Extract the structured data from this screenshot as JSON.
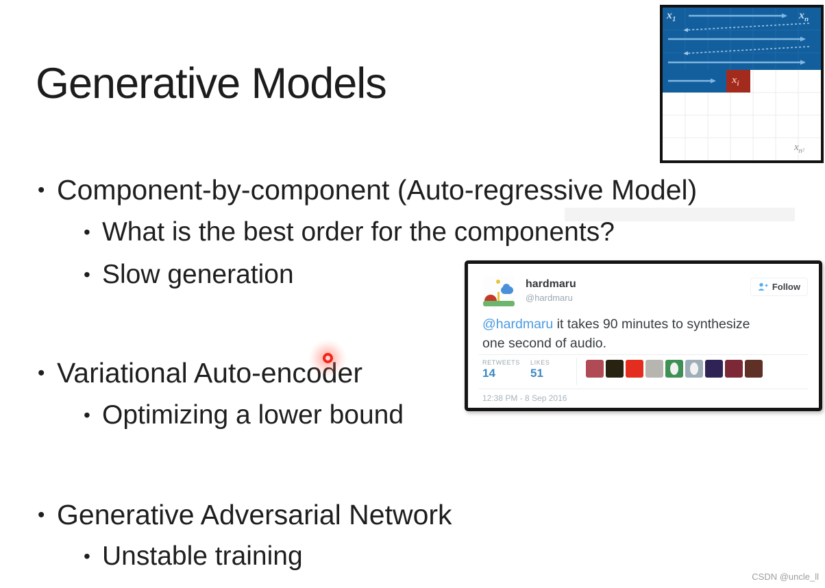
{
  "slide": {
    "title": "Generative Models",
    "bullets": [
      {
        "level": 1,
        "label": "Component-by-component (Auto-regressive Model)"
      },
      {
        "level": 2,
        "label": "What is the best order for the components?"
      },
      {
        "level": 2,
        "label": "Slow generation"
      },
      {
        "level": 1,
        "label": "Variational Auto-encoder"
      },
      {
        "level": 2,
        "label": "Optimizing a lower bound"
      },
      {
        "level": 1,
        "label": "Generative Adversarial Network"
      },
      {
        "level": 2,
        "label": "Unstable training"
      }
    ]
  },
  "diagram": {
    "label_x1": {
      "base": "x",
      "sub": "1"
    },
    "label_xn": {
      "base": "x",
      "sub": "n"
    },
    "label_xi": {
      "base": "x",
      "sub": "i"
    },
    "label_xn2": {
      "base": "x",
      "sub": "n²"
    },
    "colors": {
      "generated_region": "#135f9e",
      "current_cell": "#a32b1d",
      "arrow_solid": "#7fb7e2",
      "arrow_dashed": "#a0c9e8",
      "grid_line": "#ebebeb"
    }
  },
  "tweet": {
    "name": "hardmaru",
    "handle": "@hardmaru",
    "follow_label": "Follow",
    "body_mention": "@hardmaru",
    "body_text": " it takes 90 minutes to synthesize one second of audio.",
    "retweets_label": "RETWEETS",
    "retweets_count": "14",
    "likes_label": "LIKES",
    "likes_count": "51",
    "timestamp": "12:38 PM - 8 Sep 2016",
    "colors": {
      "link_blue": "#4a9ae1",
      "count_blue": "#3b88c3"
    },
    "liker_thumbnails": [
      {
        "color": "#b04a55"
      },
      {
        "color": "#272310"
      },
      {
        "color": "#e22d1f"
      },
      {
        "color": "#b7b5b0"
      },
      {
        "color": "#3f9054",
        "overlay": "oval"
      },
      {
        "color": "#9fadb8",
        "overlay": "oval"
      },
      {
        "color": "#2f2356"
      },
      {
        "color": "#7c2836"
      },
      {
        "color": "#5f3126"
      }
    ]
  },
  "laser_pointer": {
    "color": "#f32519"
  },
  "watermark": "CSDN @uncle_ll"
}
